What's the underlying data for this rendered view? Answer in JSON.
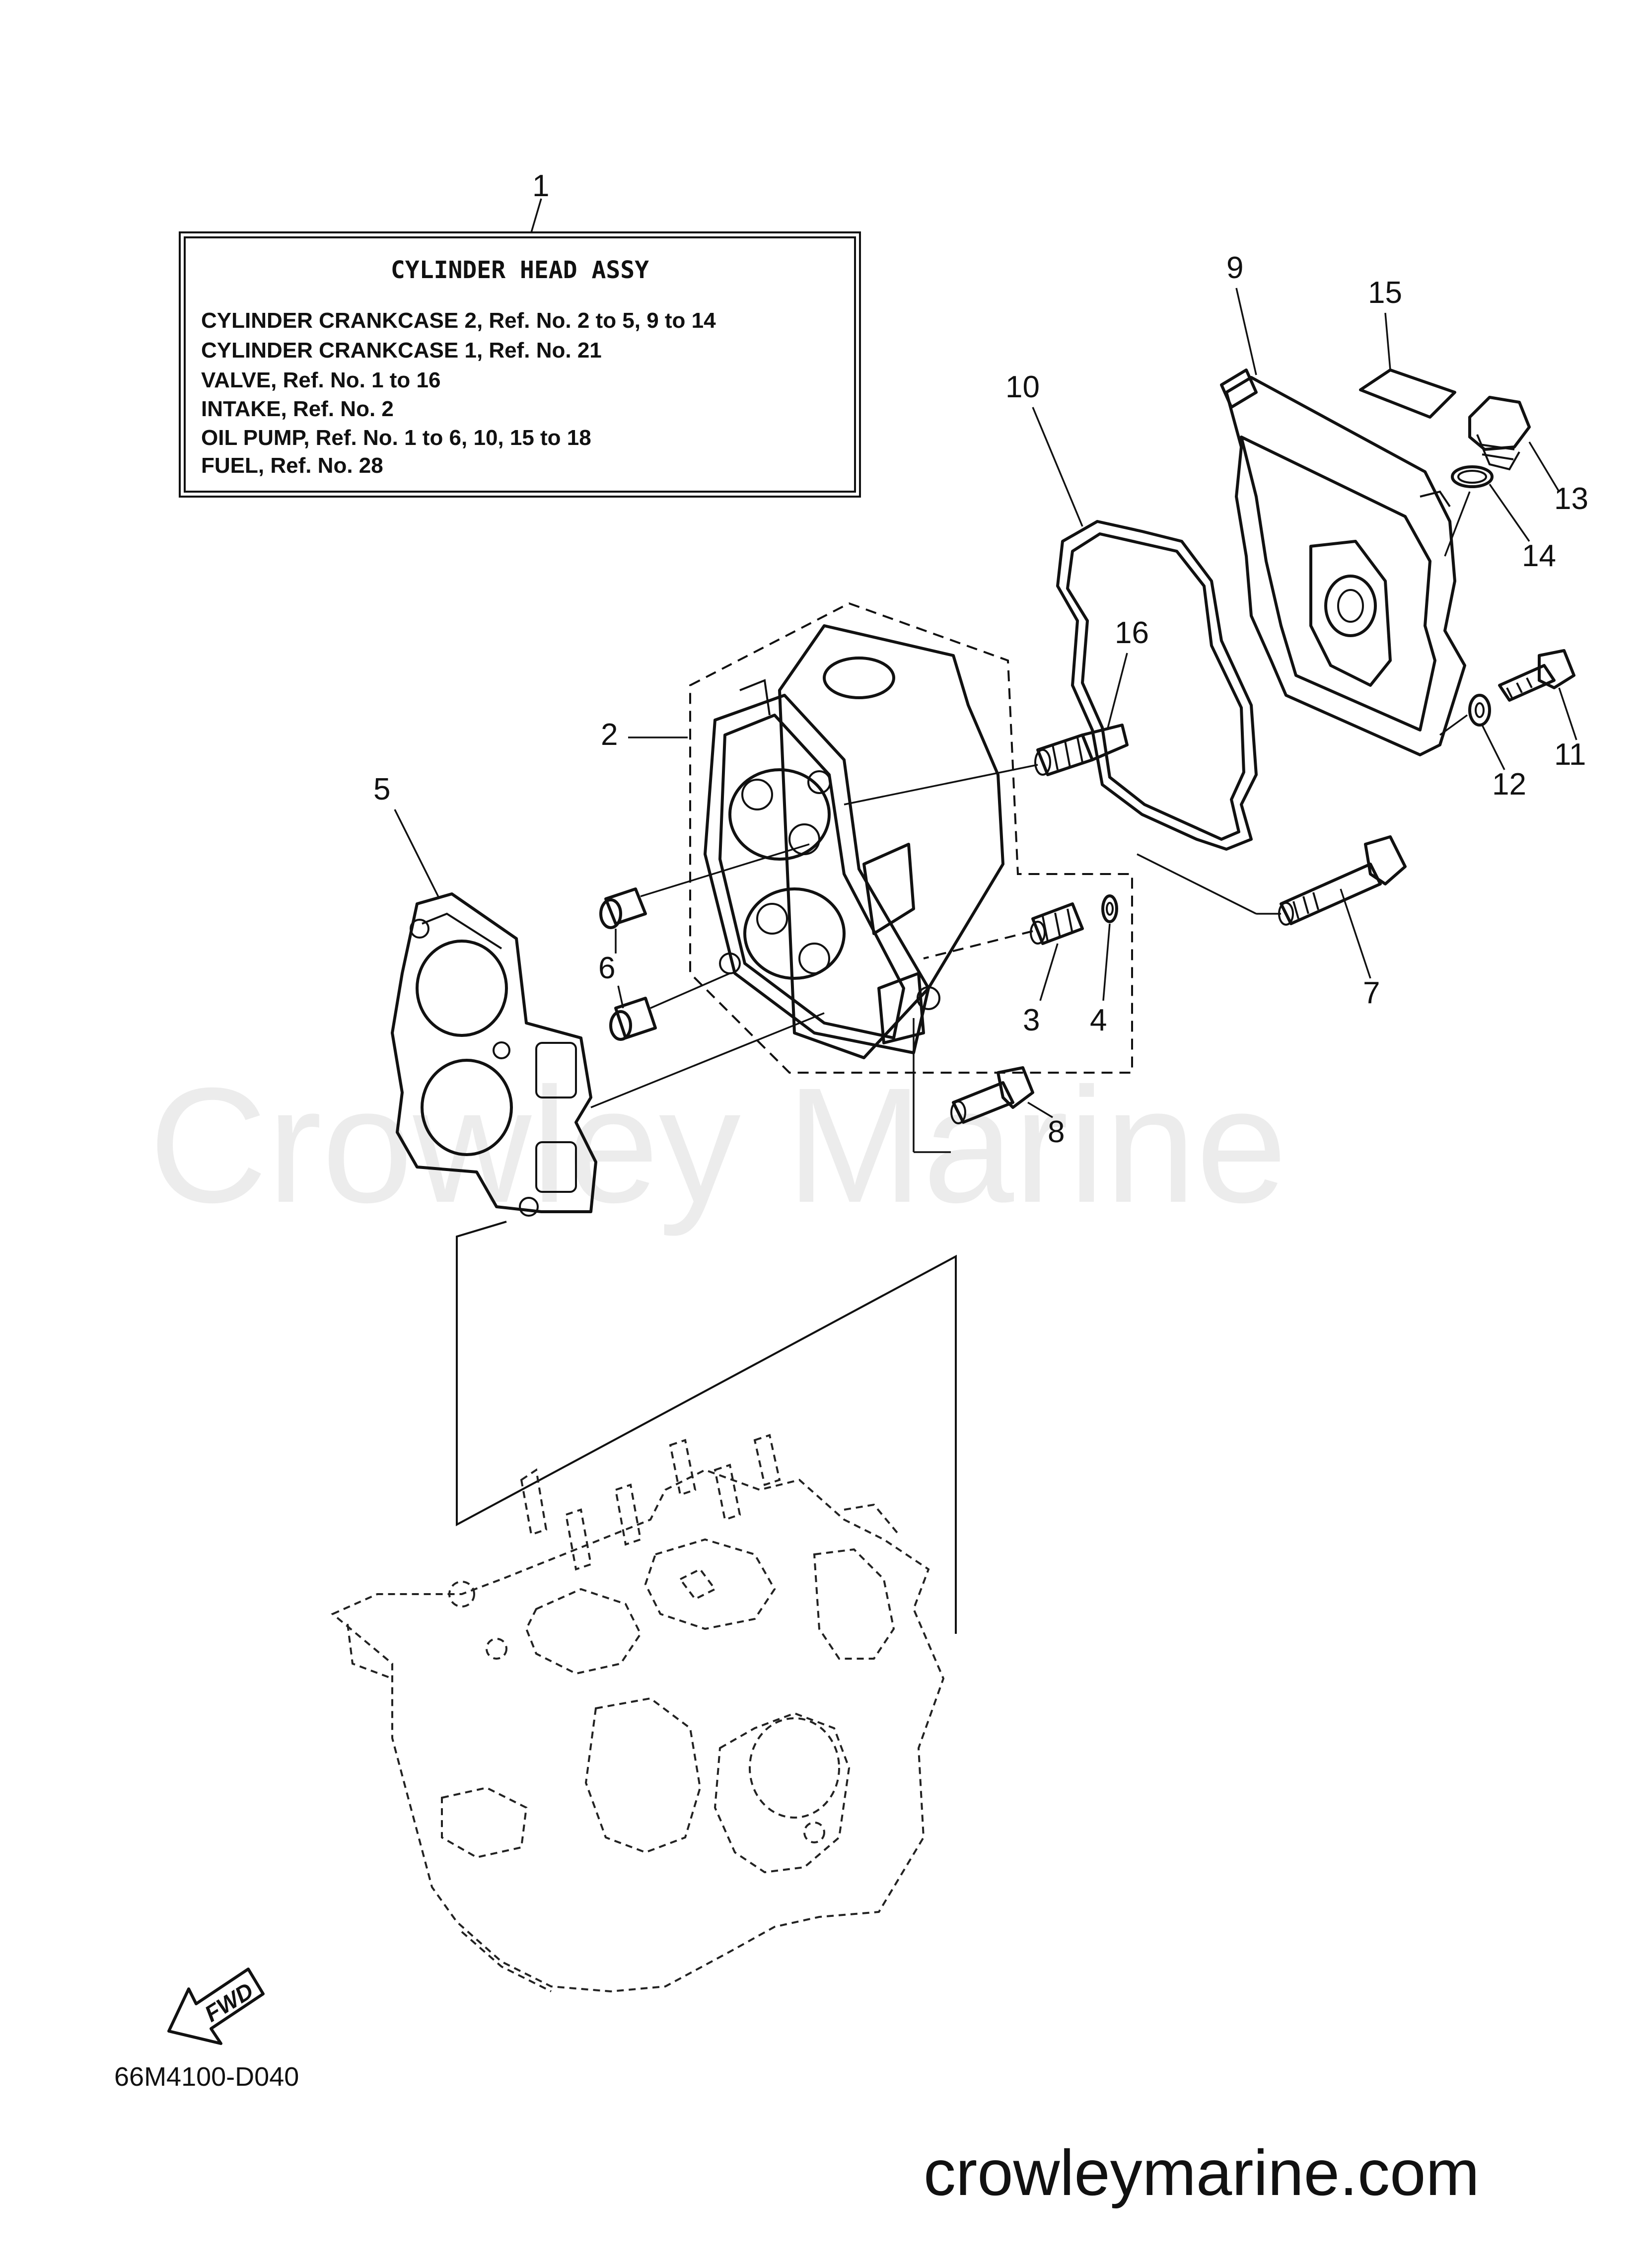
{
  "info_box": {
    "title": "CYLINDER HEAD ASSY",
    "lines": [
      "CYLINDER CRANKCASE 2, Ref. No. 2 to 5, 9 to 14",
      "CYLINDER CRANKCASE 1, Ref. No. 21",
      "VALVE, Ref. No. 1 to 16",
      "INTAKE, Ref. No. 2",
      "OIL PUMP, Ref. No. 1 to 6, 10, 15 to 18",
      "FUEL, Ref. No. 28"
    ]
  },
  "callouts": {
    "c1": "1",
    "c2": "2",
    "c3": "3",
    "c4": "4",
    "c5": "5",
    "c6": "6",
    "c7": "7",
    "c8": "8",
    "c9": "9",
    "c10": "10",
    "c11": "11",
    "c12": "12",
    "c13": "13",
    "c14": "14",
    "c15": "15",
    "c16": "16"
  },
  "fwd_label": "FWD",
  "drawing_code": "66M4100-D040",
  "watermark": "Crowley Marine",
  "footer_url": "crowleymarine.com"
}
